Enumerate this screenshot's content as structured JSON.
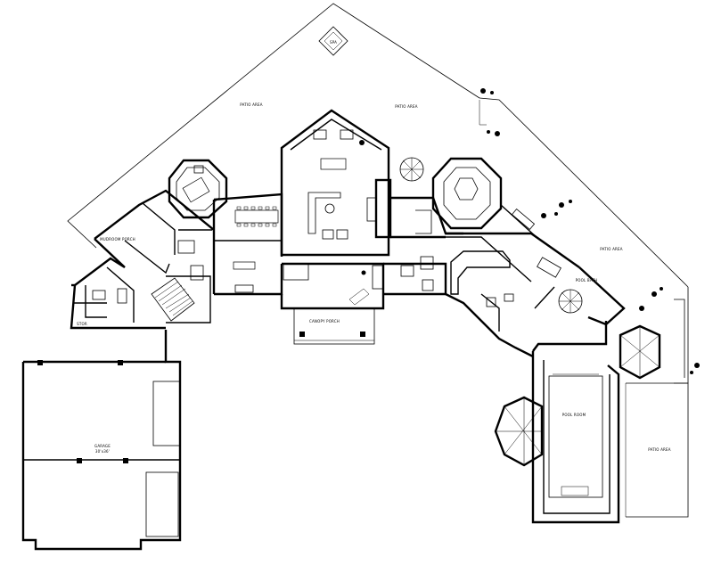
{
  "labels": {
    "spa": "SPA",
    "patio_area_left": "PATIO AREA",
    "patio_area_top": "PATIO AREA",
    "mudroom": "MUDROOM PORCH",
    "canopy_porch": "CANOPY PORCH",
    "garage": "GARAGE",
    "garage_size": "30'x36'",
    "pool_room": "POOL ROOM",
    "patio_area_right": "PATIO AREA",
    "patio_area_lower_right": "PATIO AREA",
    "pool_bath": "POOL BATH",
    "storage": "STOR"
  }
}
